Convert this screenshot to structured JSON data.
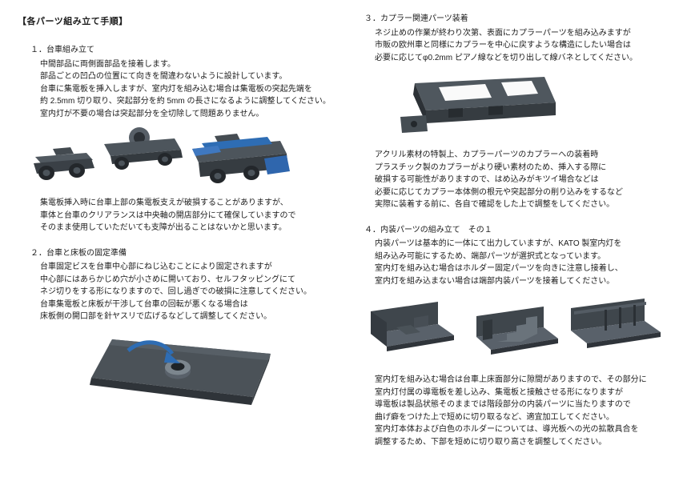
{
  "doc": {
    "title": "【各パーツ組み立て手順】",
    "colors": {
      "accent_blue": "#2e6db4",
      "render_gray_dark": "#363c41",
      "render_gray_mid": "#4b5258",
      "render_gray_light": "#6b747c",
      "text": "#1b1b1b",
      "background": "#ffffff"
    },
    "sections": {
      "s1": {
        "heading": "１．台車組み立て",
        "p1": "中間部品に両側面部品を接着します。\n部品ごとの凹凸の位置にて向きを間違わないように設計しています。\n台車に集電板を挿入しますが、室内灯を組み込む場合は集電板の突起先端を\n約 2.5mm 切り取り、突起部分を約 5mm の長さになるように調整してください。\n室内灯が不要の場合は突起部分を全切除して問題ありません。",
        "p2": "集電板挿入時に台車上部の集電板支えが破損することがありますが、\n車体と台車のクリアランスは中央軸の開店部分にて確保していますので\nそのまま使用していただいても支障が出ることはないかと思います。"
      },
      "s2": {
        "heading": "２．台車と床板の固定準備",
        "p1": "台車固定ビスを台車中心部にねじ込むことにより固定されますが\n中心部にはあらかじめ穴が小さめに開いており、セルフタッピングにて\nネジ切りをする形になりますので、回し過ぎでの破損に注意してください。\n台車集電板と床板が干渉して台車の回転が悪くなる場合は\n床板側の開口部を針ヤスリで広げるなどして調整してください。"
      },
      "s3": {
        "heading": "３．カプラー関連パーツ装着",
        "p1": "ネジ止めの作業が終わり次第、表面にカプラーパーツを組み込みますが\n市販の欧州車と同様にカプラーを中心に戻すような構造にしたい場合は\n必要に応じてφ0.2mm ピアノ線などを切り出して線バネとしてください。",
        "p2": "アクリル素材の特製上、カプラーパーツのカプラーへの装着時\nプラスチック製のカプラーがより硬い素材のため、挿入する際に\n破損する可能性がありますので、はめ込みがキツイ場合などは\n必要に応じてカプラー本体側の根元や突起部分の削り込みをするなど\n実際に装着する前に、各自で確認をした上で調整をしてください。"
      },
      "s4": {
        "heading": "４．内装パーツの組み立て　その１",
        "p1": "内装パーツは基本的に一体にて出力していますが、KATO 製室内灯を\n組み込み可能にするため、端部パーツが選択式となっています。\n室内灯を組み込む場合はホルダー固定パーツを向きに注意し接着し、\n室内灯を組み込まない場合は端部内装パーツを接着してください。",
        "p2": "室内灯を組み込む場合は台車上床面部分に隙間がありますので、その部分に\n室内灯付属の導電板を差し込み、集電板と接触させる形になりますが\n導電板は製品状態そのままでは階段部分の内装パーツに当たりますので\n曲げ癖をつけた上で短めに切り取るなど、適宜加工してください。\n室内灯本体および白色のホルダーについては、導光板への光の拡散具合を\n調整するため、下部を短めに切り取り高さを調整してください。"
      }
    },
    "figures": {
      "fig1": "bogie-assembly-render",
      "fig2": "floor-plate-render",
      "fig3": "coupler-frame-render",
      "fig4": "interior-parts-render"
    }
  }
}
